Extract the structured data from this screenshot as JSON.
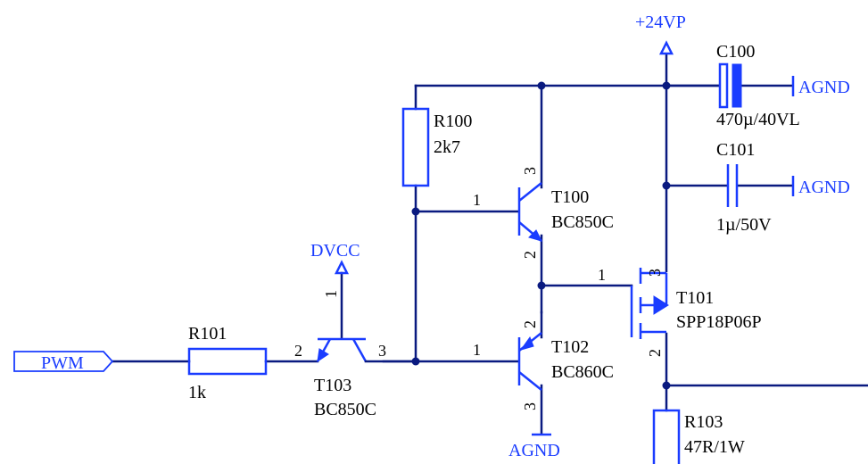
{
  "components": {
    "r100": {
      "ref": "R100",
      "value": "2k7"
    },
    "r101": {
      "ref": "R101",
      "value": "1k"
    },
    "r103": {
      "ref": "R103",
      "value": "47R/1W"
    },
    "c100": {
      "ref": "C100",
      "value": "470µ/40VL"
    },
    "c101": {
      "ref": "C101",
      "value": "1µ/50V"
    },
    "t100": {
      "ref": "T100",
      "value": "BC850C"
    },
    "t101": {
      "ref": "T101",
      "value": "SPP18P06P"
    },
    "t102": {
      "ref": "T102",
      "value": "BC860C"
    },
    "t103": {
      "ref": "T103",
      "value": "BC850C"
    }
  },
  "nets": {
    "supply": "+24VP",
    "logic_supply": "DVCC",
    "ground": "AGND",
    "input": "PWM"
  },
  "pins": {
    "t100": [
      "1",
      "3",
      "2"
    ],
    "t102": [
      "1",
      "2",
      "3"
    ],
    "t103": [
      "1",
      "2",
      "3"
    ],
    "t101": [
      "1",
      "3",
      "2"
    ]
  },
  "colors": {
    "wire": "#0a1a80",
    "symbol": "#1a3cff",
    "text": "#000000"
  }
}
